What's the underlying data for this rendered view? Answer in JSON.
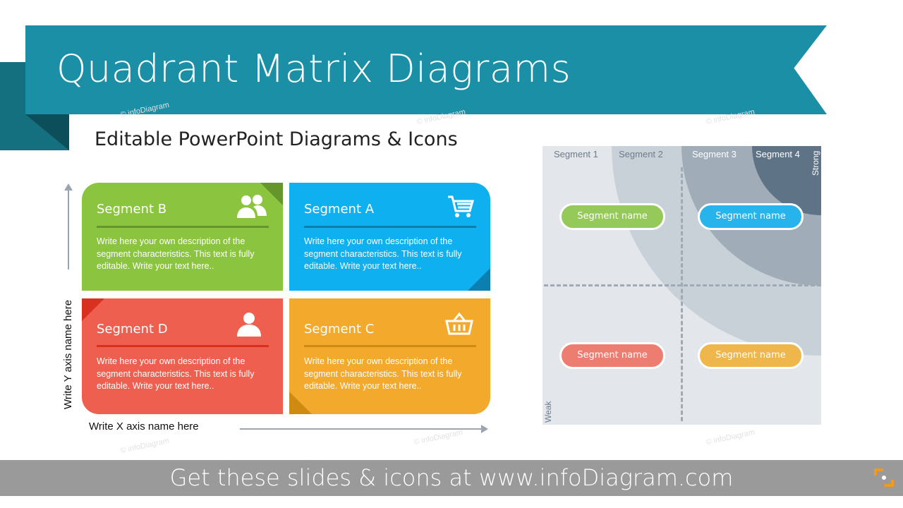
{
  "header": {
    "title": "Quadrant Matrix Diagrams",
    "subtitle": "Editable PowerPoint Diagrams & Icons",
    "watermark": "© infoDiagram"
  },
  "quadrants": [
    {
      "title": "Segment B",
      "icon": "users-icon",
      "color": "#8bc43f",
      "text": "Write here your own description of the segment characteristics. This text is fully editable. Write your text here.."
    },
    {
      "title": "Segment A",
      "icon": "shopping-cart-icon",
      "color": "#0fb0ef",
      "text": "Write here your own description of the segment characteristics. This text is fully editable. Write your text here.."
    },
    {
      "title": "Segment D",
      "icon": "user-icon",
      "color": "#ef5f50",
      "text": "Write here your own description of the segment characteristics. This text is fully editable. Write your text here.."
    },
    {
      "title": "Segment C",
      "icon": "basket-icon",
      "color": "#f2a92c",
      "text": "Write here your own description of the segment characteristics. This text is fully editable. Write your text here.."
    }
  ],
  "axes": {
    "y_label": "Write Y axis name here",
    "x_label": "Write X axis name here"
  },
  "matrix": {
    "segments": [
      "Segment 1",
      "Segment 2",
      "Segment 3",
      "Segment 4"
    ],
    "strong": "Strong",
    "weak": "Weak",
    "pills": [
      {
        "label": "Segment name",
        "color": "#95c95a"
      },
      {
        "label": "Segment name",
        "color": "#27b3ec"
      },
      {
        "label": "Segment name",
        "color": "#ee7d71"
      },
      {
        "label": "Segment name",
        "color": "#efb64c"
      }
    ]
  },
  "footer": {
    "text": "Get these slides & icons at www.infoDiagram.com",
    "logo": "infodiagram-logo"
  }
}
